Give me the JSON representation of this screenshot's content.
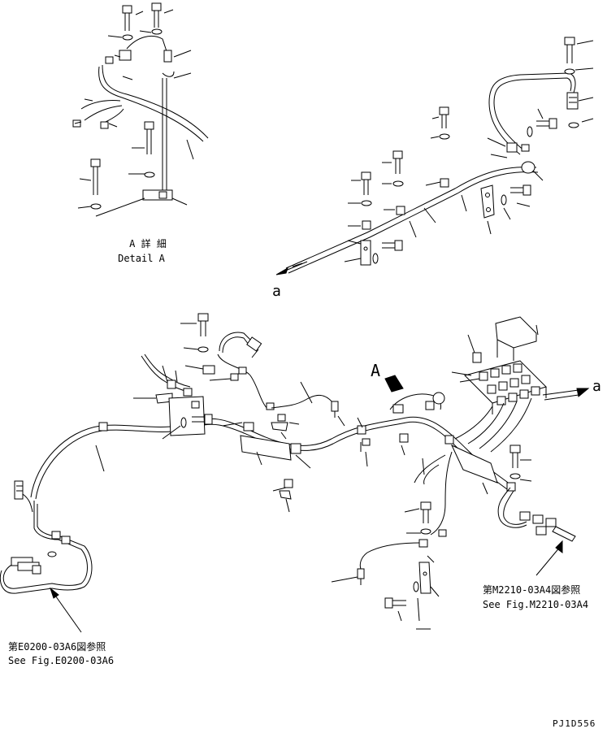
{
  "detail": {
    "label_jp": "A 詳 細",
    "label_en": "Detail A"
  },
  "markers": {
    "a_left": "a",
    "a_right": "a",
    "A_arrow": "A"
  },
  "references": {
    "left_jp": "第E0200-03A6図参照",
    "left_en": "See Fig.E0200-03A6",
    "right_jp": "第M2210-03A4図参照",
    "right_en": "See Fig.M2210-03A4"
  },
  "figure_code": "PJ1D556"
}
